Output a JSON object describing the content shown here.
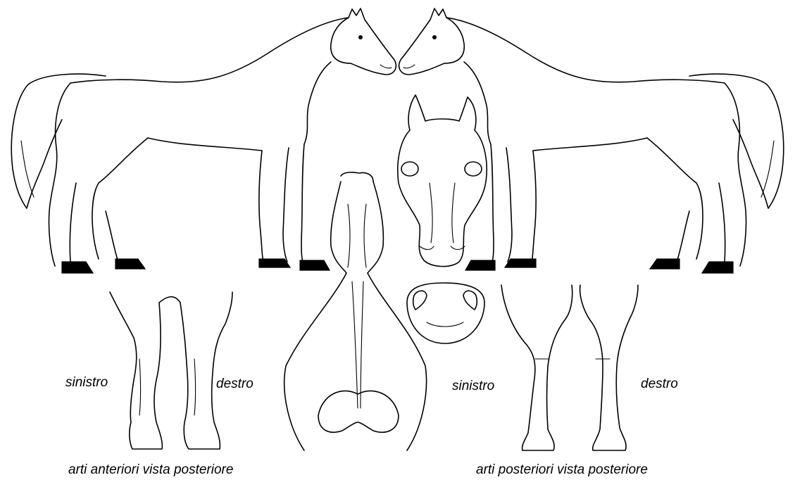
{
  "labels": {
    "front_left": "sinistro",
    "front_right": "destro",
    "front_caption": "arti anteriori vista posteriore",
    "hind_left": "sinistro",
    "hind_right": "destro",
    "hind_caption": "arti posteriori vista posteriore"
  }
}
